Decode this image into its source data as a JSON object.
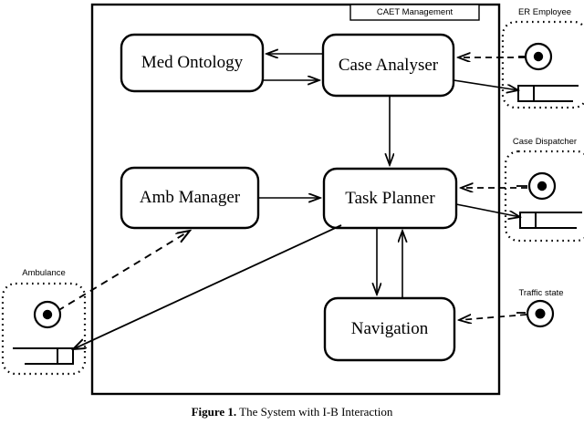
{
  "diagram": {
    "frame": {
      "title": "CAET Management"
    },
    "nodes": [
      {
        "id": "med-ontology",
        "label": "Med Ontology"
      },
      {
        "id": "case-analyser",
        "label": "Case Analyser"
      },
      {
        "id": "amb-manager",
        "label": "Amb Manager"
      },
      {
        "id": "task-planner",
        "label": "Task Planner"
      },
      {
        "id": "navigation",
        "label": "Navigation"
      }
    ],
    "actors": [
      {
        "id": "er-employee",
        "label": "ER Employee",
        "icons": [
          "circle-dot-icon",
          "table-icon"
        ]
      },
      {
        "id": "case-dispatcher",
        "label": "Case Dispatcher",
        "icons": [
          "circle-dot-icon",
          "table-icon"
        ]
      },
      {
        "id": "ambulance",
        "label": "Ambulance",
        "icons": [
          "circle-dot-icon",
          "table-icon"
        ]
      },
      {
        "id": "traffic-state",
        "label": "Traffic state",
        "icons": [
          "circle-dot-icon"
        ]
      }
    ],
    "colors": {
      "stroke": "#000000",
      "background": "#ffffff"
    }
  },
  "caption": {
    "figure_label": "Figure 1.",
    "text": "The System with I-B Interaction"
  }
}
